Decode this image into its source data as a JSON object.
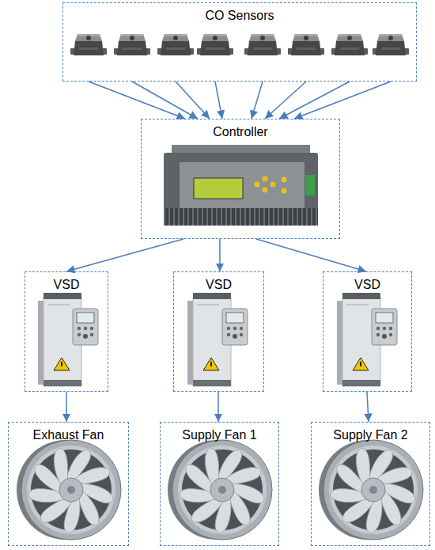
{
  "diagram": {
    "nodes": [
      {
        "text": [
          "CO Sensors"
        ]
      },
      {
        "text": [
          "Controller"
        ]
      },
      {
        "text": [
          "VSD"
        ]
      },
      {
        "text": [
          "VSD"
        ]
      },
      {
        "text": [
          "VSD"
        ]
      },
      {
        "text": [
          "Exhaust Fan"
        ]
      },
      {
        "text": [
          "Supply Fan 1"
        ]
      },
      {
        "text": [
          "Supply Fan 2"
        ]
      }
    ],
    "edges": [
      {
        "from": 0,
        "to": 1,
        "arrow": "to"
      },
      {
        "from": 0,
        "to": 1,
        "arrow": "to"
      },
      {
        "from": 0,
        "to": 1,
        "arrow": "to"
      },
      {
        "from": 0,
        "to": 1,
        "arrow": "to"
      },
      {
        "from": 0,
        "to": 1,
        "arrow": "to"
      },
      {
        "from": 0,
        "to": 1,
        "arrow": "to"
      },
      {
        "from": 0,
        "to": 1,
        "arrow": "to"
      },
      {
        "from": 0,
        "to": 1,
        "arrow": "to"
      },
      {
        "from": 1,
        "to": 2,
        "arrow": "to"
      },
      {
        "from": 1,
        "to": 3,
        "arrow": "to"
      },
      {
        "from": 1,
        "to": 4,
        "arrow": "to"
      },
      {
        "from": 2,
        "to": 5,
        "arrow": "to"
      },
      {
        "from": 3,
        "to": 6,
        "arrow": "to"
      },
      {
        "from": 4,
        "to": 7,
        "arrow": "to"
      }
    ]
  }
}
